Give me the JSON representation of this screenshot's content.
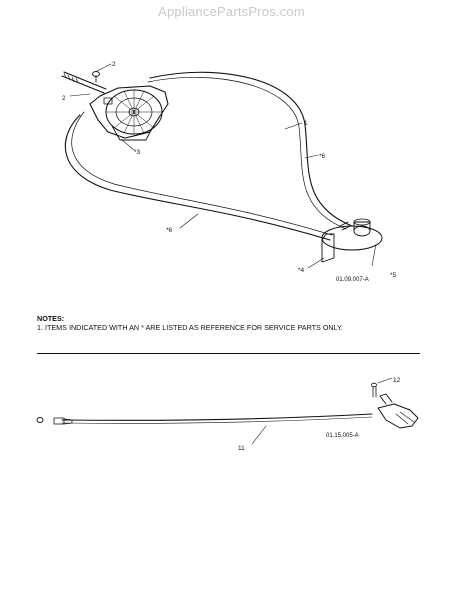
{
  "watermark": "AppliancePartsPros.com",
  "notes": {
    "heading": "NOTES:",
    "item1": "1. ITEMS INDICATED WITH AN * ARE LISTED AS REFERENCE FOR SERVICE PARTS ONLY."
  },
  "upper_assembly": {
    "callouts": {
      "c1": "1",
      "c2a": "2",
      "c2b": "2",
      "c3": "*3",
      "c4": "*4",
      "c5": "*5",
      "c6a": "*6",
      "c6b": "*6"
    },
    "drawing_code": "01.09.007-A"
  },
  "lower_assembly": {
    "callouts": {
      "c11": "11",
      "c12": "12"
    },
    "drawing_code": "01.15.005-A"
  }
}
